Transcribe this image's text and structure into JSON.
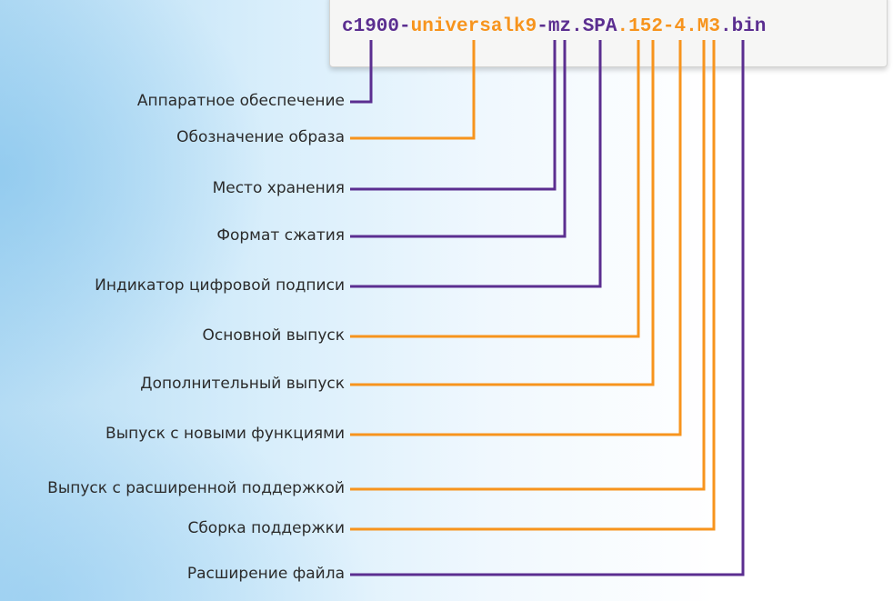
{
  "colors": {
    "purple": "#5b2e90",
    "orange": "#f7941d",
    "label_text": "#2b2b2b"
  },
  "filename": {
    "segments": [
      {
        "text": "c1900",
        "color": "purple"
      },
      {
        "text": "-",
        "color": "purple"
      },
      {
        "text": "universalk9",
        "color": "orange"
      },
      {
        "text": "-",
        "color": "purple"
      },
      {
        "text": "mz",
        "color": "purple"
      },
      {
        "text": ".",
        "color": "purple"
      },
      {
        "text": "SPA",
        "color": "purple"
      },
      {
        "text": ".",
        "color": "orange"
      },
      {
        "text": "152",
        "color": "orange"
      },
      {
        "text": "-",
        "color": "orange"
      },
      {
        "text": "4",
        "color": "orange"
      },
      {
        "text": ".",
        "color": "orange"
      },
      {
        "text": "M3",
        "color": "orange"
      },
      {
        "text": ".bin",
        "color": "purple"
      }
    ]
  },
  "callouts": [
    {
      "label": "Аппаратное обеспечение",
      "segment": 0,
      "color": "purple"
    },
    {
      "label": "Обозначение образа",
      "segment": 2,
      "color": "orange"
    },
    {
      "label": "Место хранения",
      "segment": 4,
      "part": 0,
      "color": "purple"
    },
    {
      "label": "Формат сжатия",
      "segment": 4,
      "part": 1,
      "color": "purple"
    },
    {
      "label": "Индикатор цифровой подписи",
      "segment": 6,
      "color": "purple"
    },
    {
      "label": "Основной выпуск",
      "segment": 8,
      "part": 0,
      "color": "orange"
    },
    {
      "label": "Дополнительный выпуск",
      "segment": 8,
      "part": 1,
      "color": "orange"
    },
    {
      "label": "Выпуск с новыми функциями",
      "segment": 10,
      "color": "orange"
    },
    {
      "label": "Выпуск с расширенной поддержкой",
      "segment": 12,
      "part": 0,
      "color": "orange"
    },
    {
      "label": "Сборка поддержки",
      "segment": 12,
      "part": 1,
      "color": "orange"
    },
    {
      "label": "Расширение файла",
      "segment": 13,
      "color": "purple"
    }
  ]
}
